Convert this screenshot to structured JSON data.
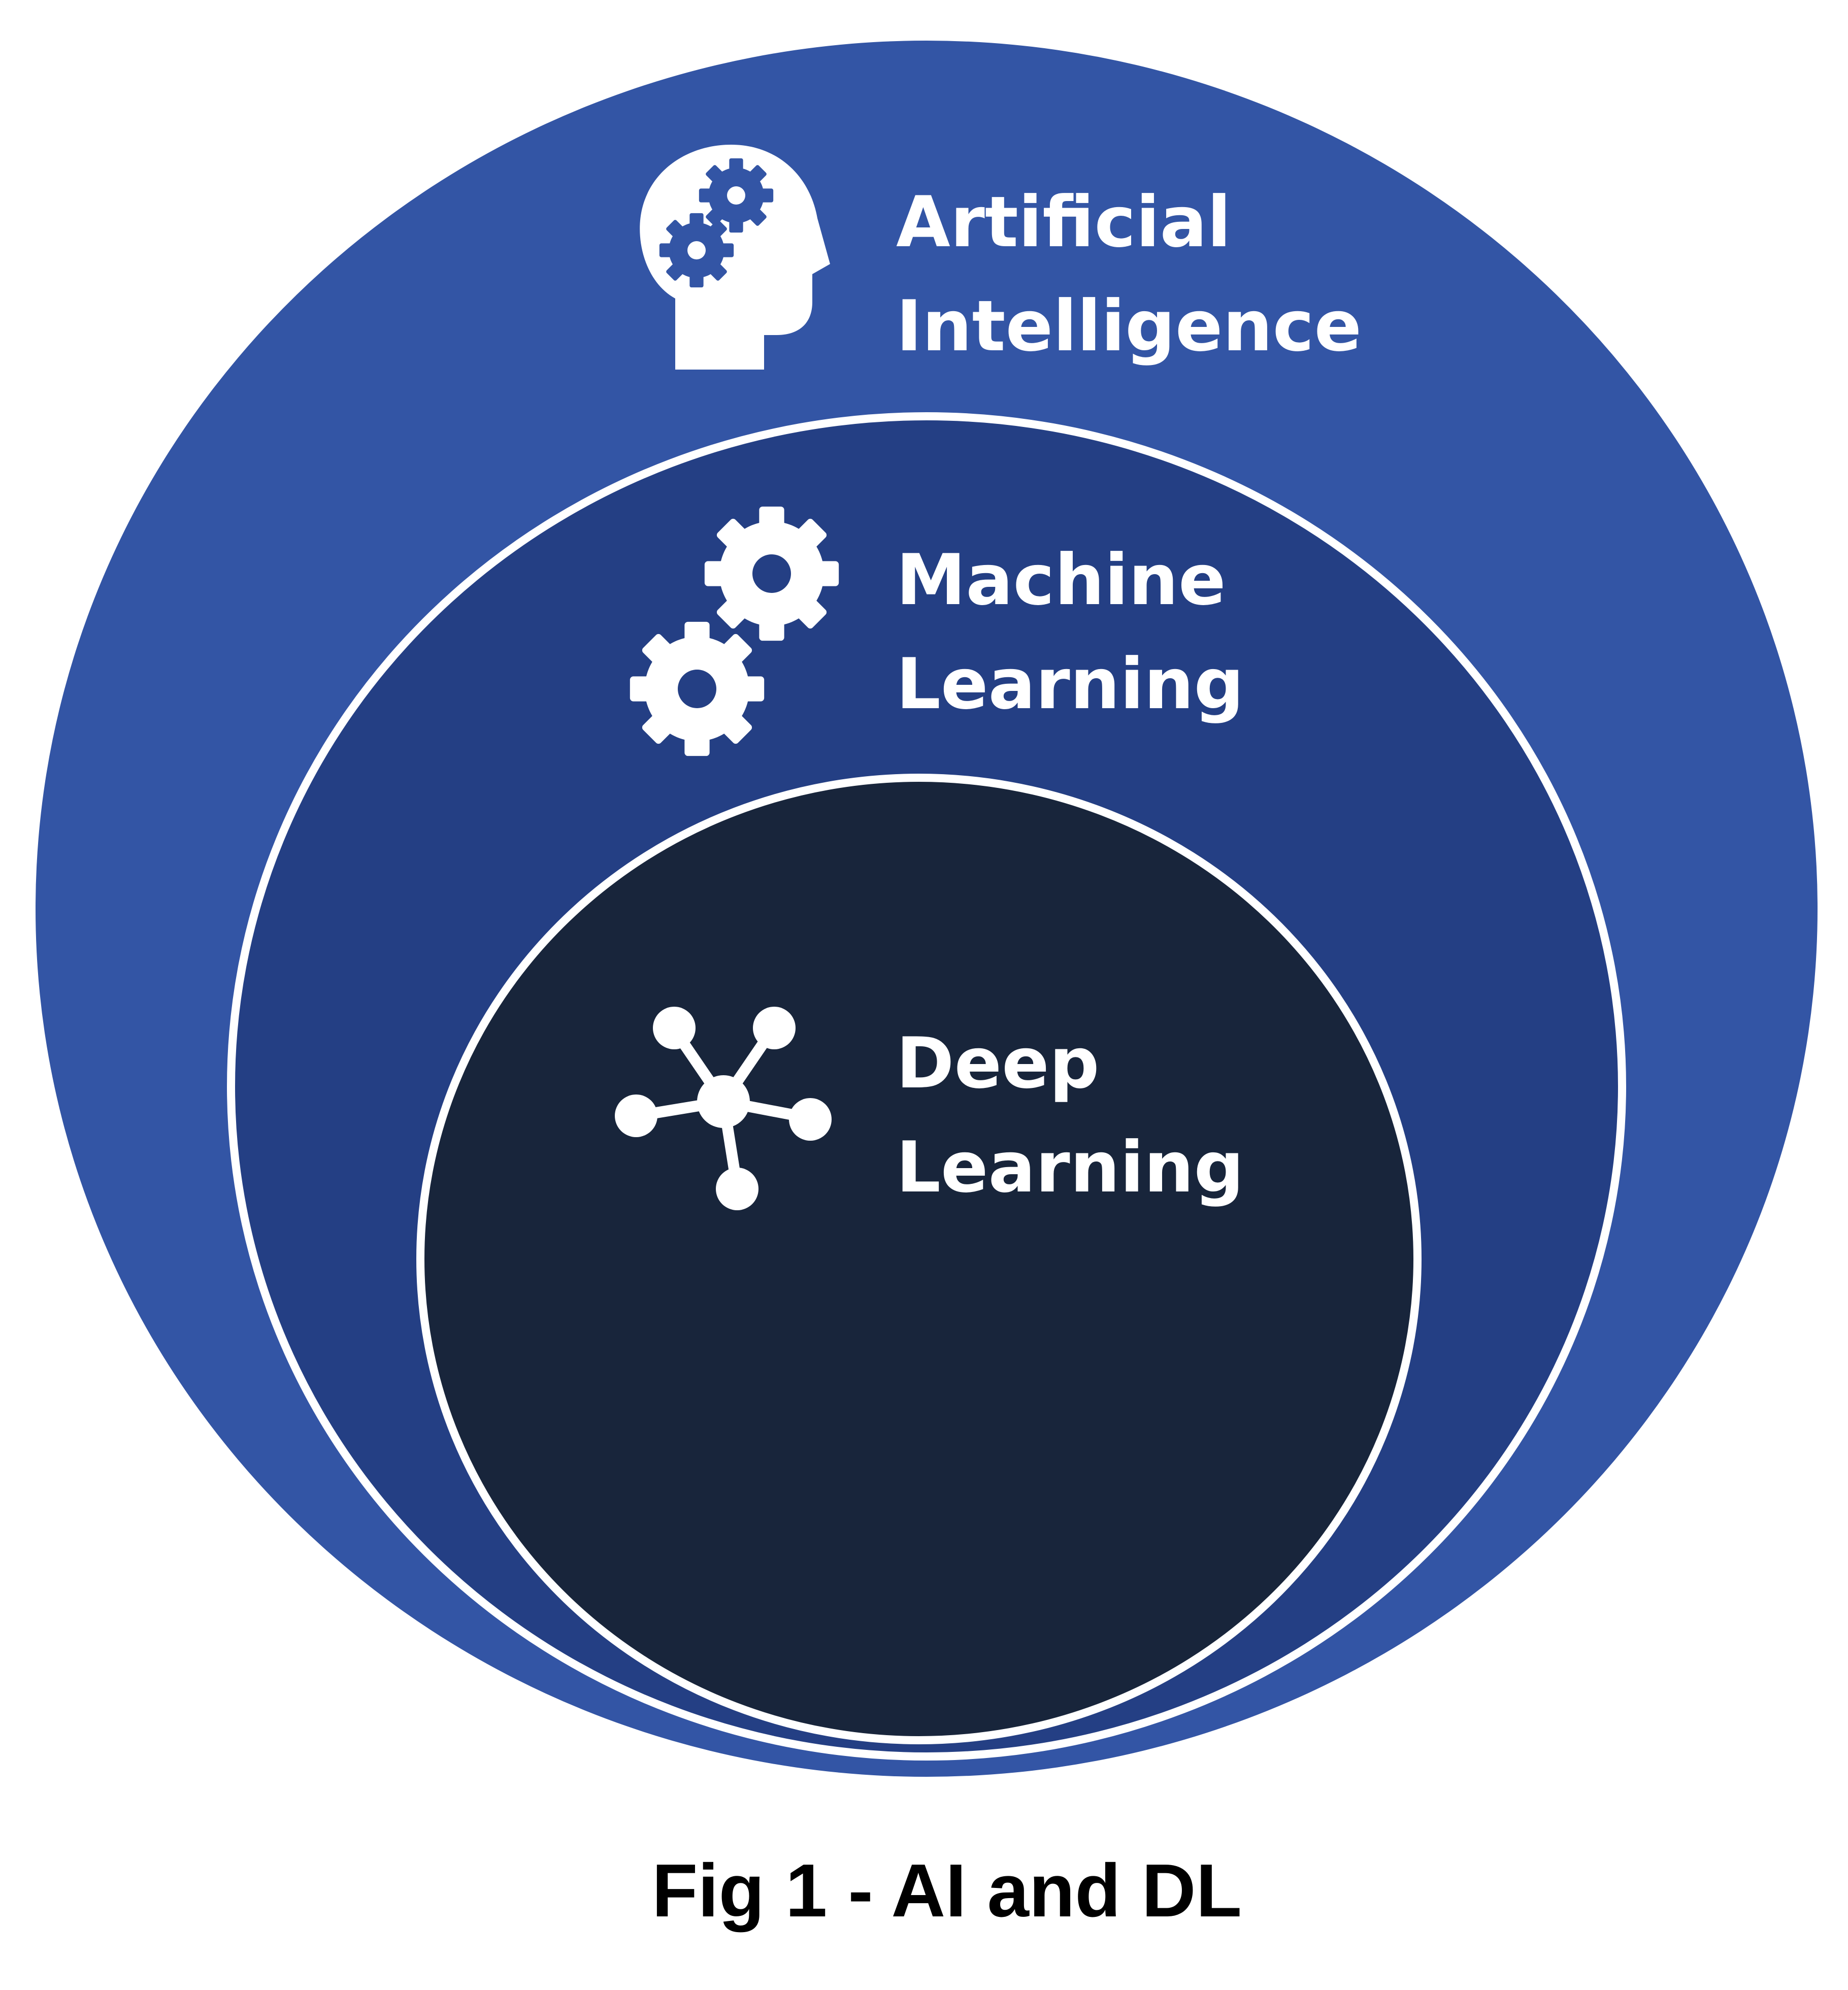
{
  "colors": {
    "outer_circle": "#3355A5",
    "middle_circle": "#243F84",
    "inner_circle": "#18253B",
    "ring_stroke": "#ffffff",
    "text": "#ffffff",
    "caption": "#000000"
  },
  "circles": [
    {
      "level": "outer",
      "label_lines": [
        "Artificial",
        "Intelligence"
      ],
      "icon": "brain-gears-icon"
    },
    {
      "level": "middle",
      "label_lines": [
        "Machine",
        "Learning"
      ],
      "icon": "gears-icon"
    },
    {
      "level": "inner",
      "label_lines": [
        "Deep",
        "Learning"
      ],
      "icon": "network-icon"
    }
  ],
  "caption": "Fig 1 - AI and DL"
}
